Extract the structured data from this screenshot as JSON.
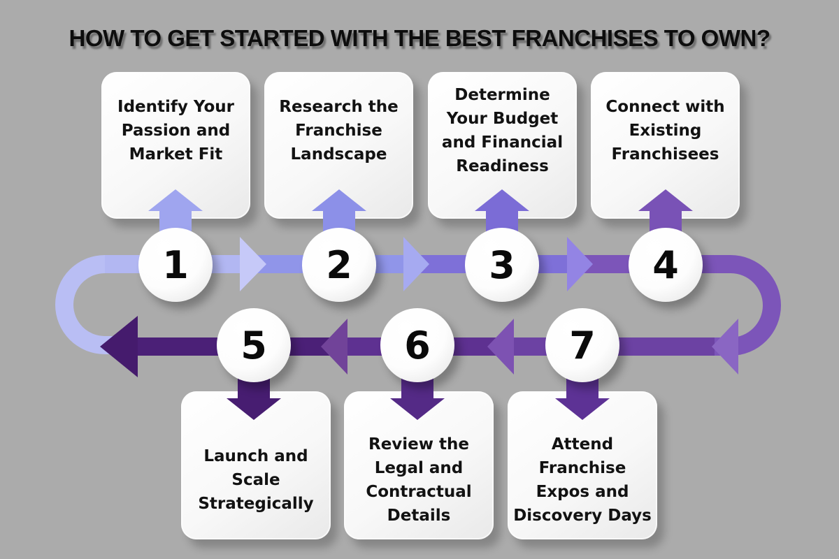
{
  "title": "HOW TO GET STARTED WITH THE BEST FRANCHISES TO OWN?",
  "background_color": "#ababab",
  "card_color": "#ffffff",
  "text_color": "#121212",
  "steps": [
    {
      "number": "1",
      "label": "Identify Your\nPassion and\nMarket Fit"
    },
    {
      "number": "2",
      "label": "Research the\nFranchise\nLandscape"
    },
    {
      "number": "3",
      "label": "Determine\nYour Budget\nand Financial\nReadiness"
    },
    {
      "number": "4",
      "label": "Connect with\nExisting\nFranchisees"
    },
    {
      "number": "5",
      "label": "Launch and\nScale\nStrategically"
    },
    {
      "number": "6",
      "label": "Review the\nLegal and\nContractual\nDetails"
    },
    {
      "number": "7",
      "label": "Attend\nFranchise\nExpos and\nDiscovery Days"
    }
  ],
  "palette": {
    "band1": "#b2b7f2",
    "band2": "#9095e9",
    "band3": "#7e70d8",
    "band4": "#7c55b9",
    "chev1": "#c6c9f8",
    "chev2": "#a6aaf1",
    "chev3": "#9384e4",
    "uturn_left": "#b9bef4",
    "uturn_right": "#7c55b9",
    "chev_uend": "#8a66c3",
    "band7": "#6c42a3",
    "chev76": "#7d52b2",
    "band6": "#5e3191",
    "chev65": "#714399",
    "band5": "#4b2077",
    "end_arrow": "#451b6d",
    "up1": "#9fa5ef",
    "up2": "#8c90e8",
    "up3": "#7b6cd6",
    "up4": "#7952b6",
    "down5": "#471d71",
    "down6": "#542a86",
    "down7": "#5d3295"
  }
}
